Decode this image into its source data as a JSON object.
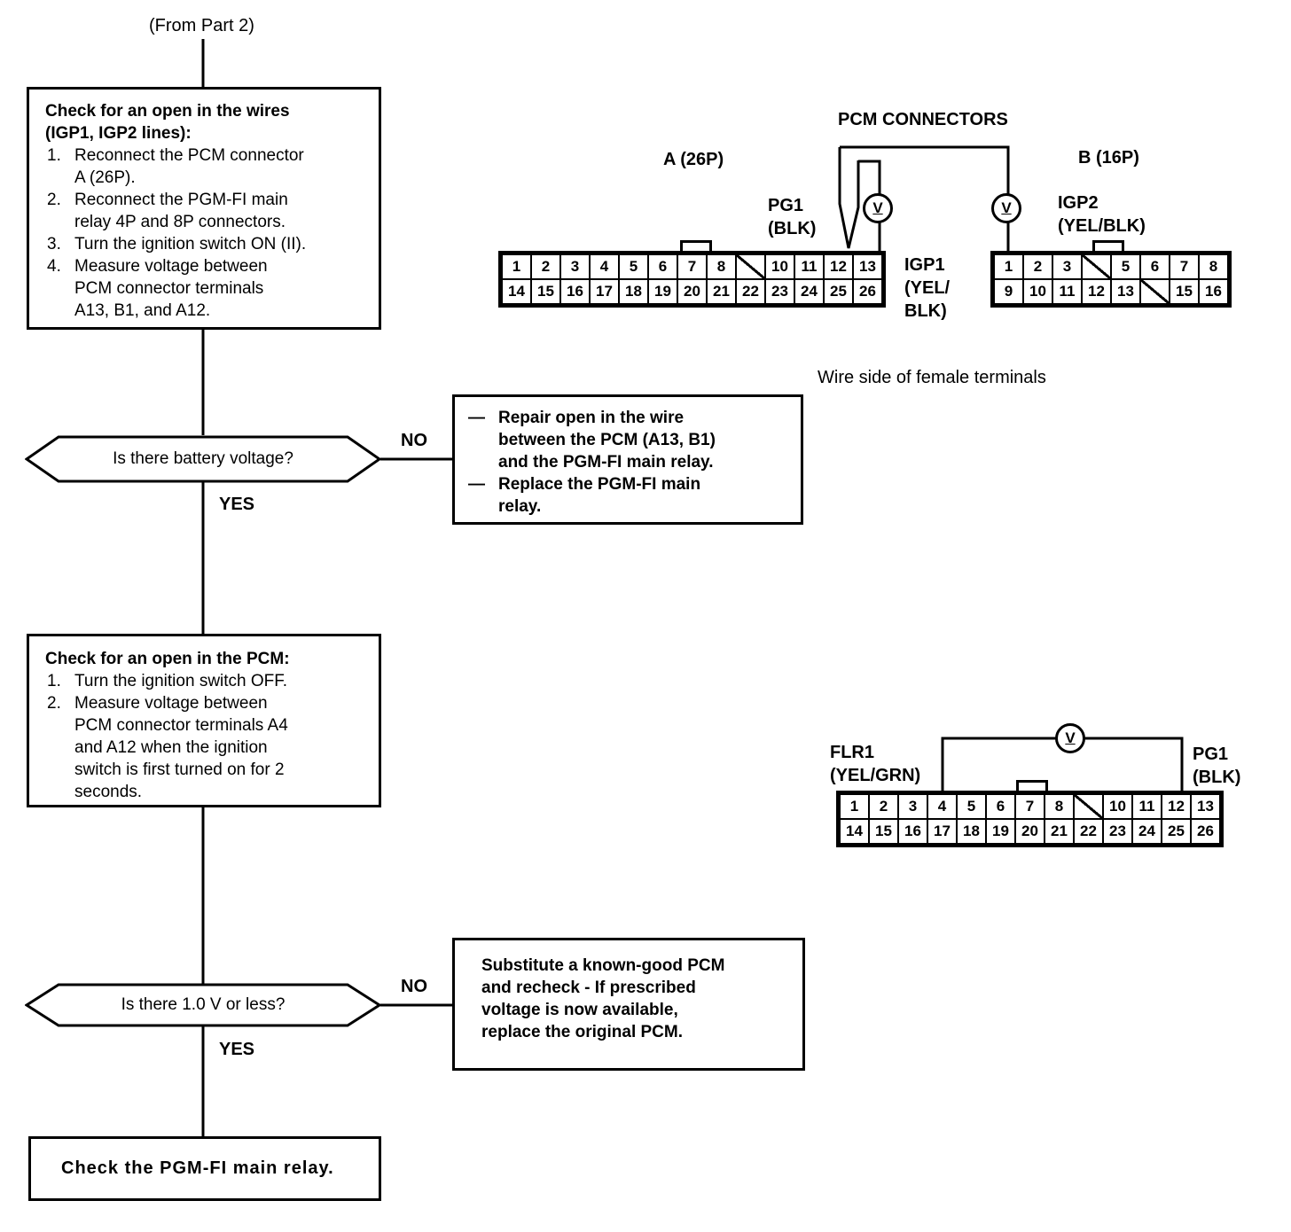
{
  "meter_symbol": "V",
  "flow": {
    "source_label": "(From Part 2)",
    "step1": {
      "title": "Check for an open in the wires\n(IGP1, IGP2 lines):",
      "items": [
        "Reconnect the PCM connector\nA (26P).",
        "Reconnect the PGM-FI main\nrelay 4P and 8P connectors.",
        "Turn the ignition switch ON (II).",
        "Measure voltage between\nPCM connector terminals\nA13, B1, and A12."
      ]
    },
    "decision1": {
      "question": "Is there battery voltage?",
      "no": "NO",
      "yes": "YES"
    },
    "repair": {
      "items": [
        "Repair open in the wire\nbetween the PCM (A13, B1)\nand the PGM-FI main relay.",
        "Replace the PGM-FI main\nrelay."
      ]
    },
    "step2": {
      "title": "Check for an open in the PCM:",
      "items": [
        "Turn the ignition switch OFF.",
        "Measure voltage between\nPCM connector terminals A4\nand A12 when the ignition\nswitch is first turned on for 2\nseconds."
      ]
    },
    "decision2": {
      "question": "Is there 1.0 V or less?",
      "no": "NO",
      "yes": "YES"
    },
    "substitute": {
      "text": "Substitute a known-good PCM\nand recheck - If prescribed\nvoltage is now available,\nreplace the original PCM."
    },
    "final": {
      "text": "Check the PGM-FI main relay."
    }
  },
  "pcm_connectors": {
    "title": "PCM CONNECTORS",
    "caption": "Wire side of female terminals",
    "connector_a": {
      "label": "A (26P)",
      "row1": [
        "1",
        "2",
        "3",
        "4",
        "5",
        "6",
        "7",
        "8",
        "/",
        "10",
        "11",
        "12",
        "13"
      ],
      "row2": [
        "14",
        "15",
        "16",
        "17",
        "18",
        "19",
        "20",
        "21",
        "22",
        "23",
        "24",
        "25",
        "26"
      ]
    },
    "connector_b": {
      "label": "B (16P)",
      "row1": [
        "1",
        "2",
        "3",
        "/",
        "5",
        "6",
        "7",
        "8"
      ],
      "row2": [
        "9",
        "10",
        "11",
        "12",
        "13",
        "/",
        "15",
        "16"
      ]
    },
    "pg1_label": "PG1\n(BLK)",
    "igp1_label": "IGP1\n(YEL/\nBLK)",
    "igp2_label": "IGP2\n(YEL/BLK)"
  },
  "relay_check": {
    "flr1_label": "FLR1\n(YEL/GRN)",
    "pg1_label": "PG1\n(BLK)",
    "connector": {
      "row1": [
        "1",
        "2",
        "3",
        "4",
        "5",
        "6",
        "7",
        "8",
        "/",
        "10",
        "11",
        "12",
        "13"
      ],
      "row2": [
        "14",
        "15",
        "16",
        "17",
        "18",
        "19",
        "20",
        "21",
        "22",
        "23",
        "24",
        "25",
        "26"
      ]
    }
  }
}
